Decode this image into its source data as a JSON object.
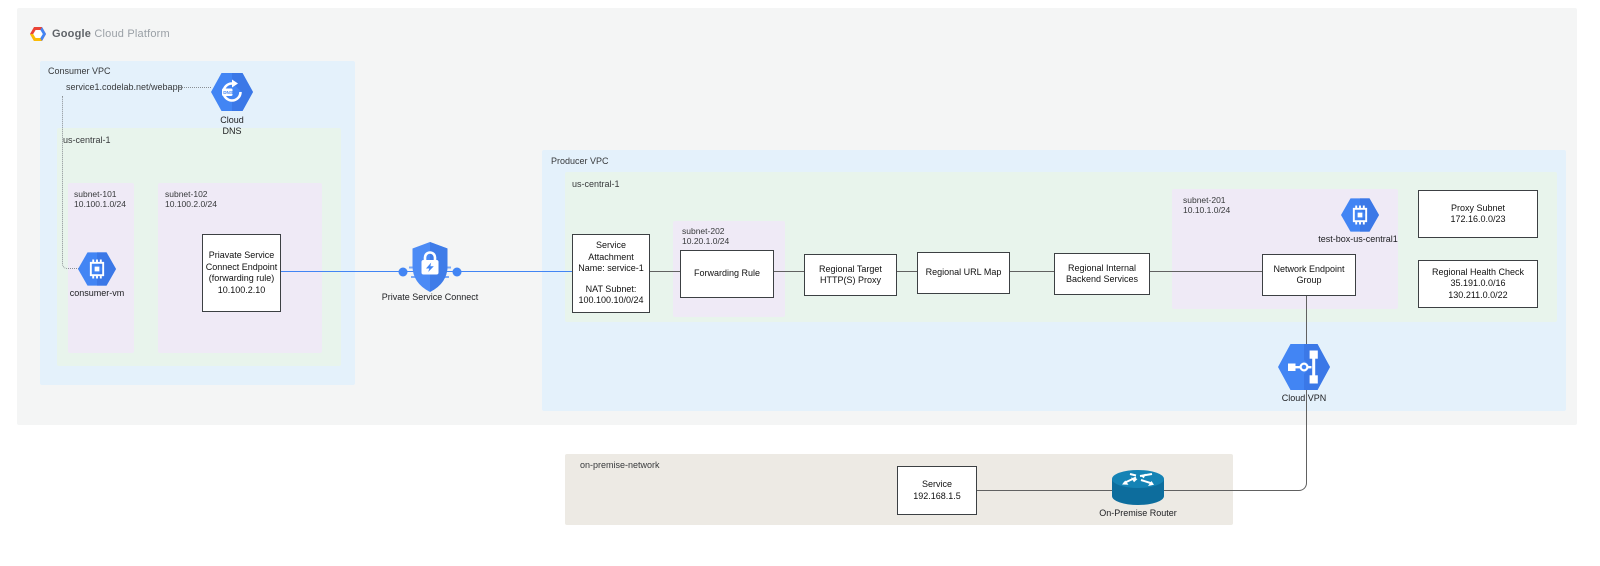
{
  "brand": {
    "google": "Google",
    "suffix": "Cloud Platform"
  },
  "consumer_vpc": {
    "label": "Consumer VPC",
    "dns_record": "service1.codelab.net/webapp",
    "cloud_dns": {
      "label_line1": "Cloud",
      "label_line2": "DNS",
      "badge": "DNS"
    },
    "region_label": "us-central-1",
    "subnet_101": {
      "name": "subnet-101",
      "cidr": "10.100.1.0/24"
    },
    "consumer_vm_label": "consumer-vm",
    "subnet_102": {
      "name": "subnet-102",
      "cidr": "10.100.2.0/24"
    },
    "endpoint_box": {
      "lines": [
        "Priavate Service",
        "Connect Endpoint",
        "(forwarding rule)",
        "10.100.2.10"
      ]
    }
  },
  "psc": {
    "label": "Private Service Connect"
  },
  "producer_vpc": {
    "label": "Producer VPC",
    "region_label": "us-central-1",
    "service_attachment": {
      "title_lines": [
        "Service",
        "Attachment",
        "Name: service-1"
      ],
      "nat_lines": [
        "NAT Subnet:",
        "100.100.10/0/24"
      ]
    },
    "subnet_202": {
      "name": "subnet-202",
      "cidr": "10.20.1.0/24"
    },
    "forwarding_rule": "Forwarding Rule",
    "target_proxy": {
      "lines": [
        "Regional Target",
        "HTTP(S) Proxy"
      ]
    },
    "url_map": "Regional URL Map",
    "backend_services": {
      "lines": [
        "Regional Internal",
        "Backend Services"
      ]
    },
    "subnet_201": {
      "name": "subnet-201",
      "cidr": "10.10.1.0/24"
    },
    "test_box_label": "test-box-us-central1",
    "neg": {
      "lines": [
        "Network Endpoint",
        "Group"
      ]
    },
    "proxy_subnet": {
      "lines": [
        "Proxy Subnet",
        "172.16.0.0/23"
      ]
    },
    "health_check": {
      "lines": [
        "Regional Health Check",
        "35.191.0.0/16",
        "130.211.0.0/22"
      ]
    },
    "cloud_vpn_label": "Cloud VPN"
  },
  "on_premise": {
    "label": "on-premise-network",
    "service_box": {
      "lines": [
        "Service",
        "192.168.1.5"
      ]
    },
    "router_label": "On-Premise Router"
  },
  "colors": {
    "canvas_gray_bg": "#f4f5f5",
    "vpc_blue_bg": "#e4f1fb",
    "region_green_bg": "#e8f4ec",
    "subnet_purple_bg": "#efeaf6",
    "on_premise_bg": "#edeae4",
    "icon_blue": "#4285f4",
    "shield_blue": "#4c8bf5",
    "line_gray": "#616161",
    "line_blue": "#4285f4",
    "router_blue": "#0d6d9d"
  }
}
